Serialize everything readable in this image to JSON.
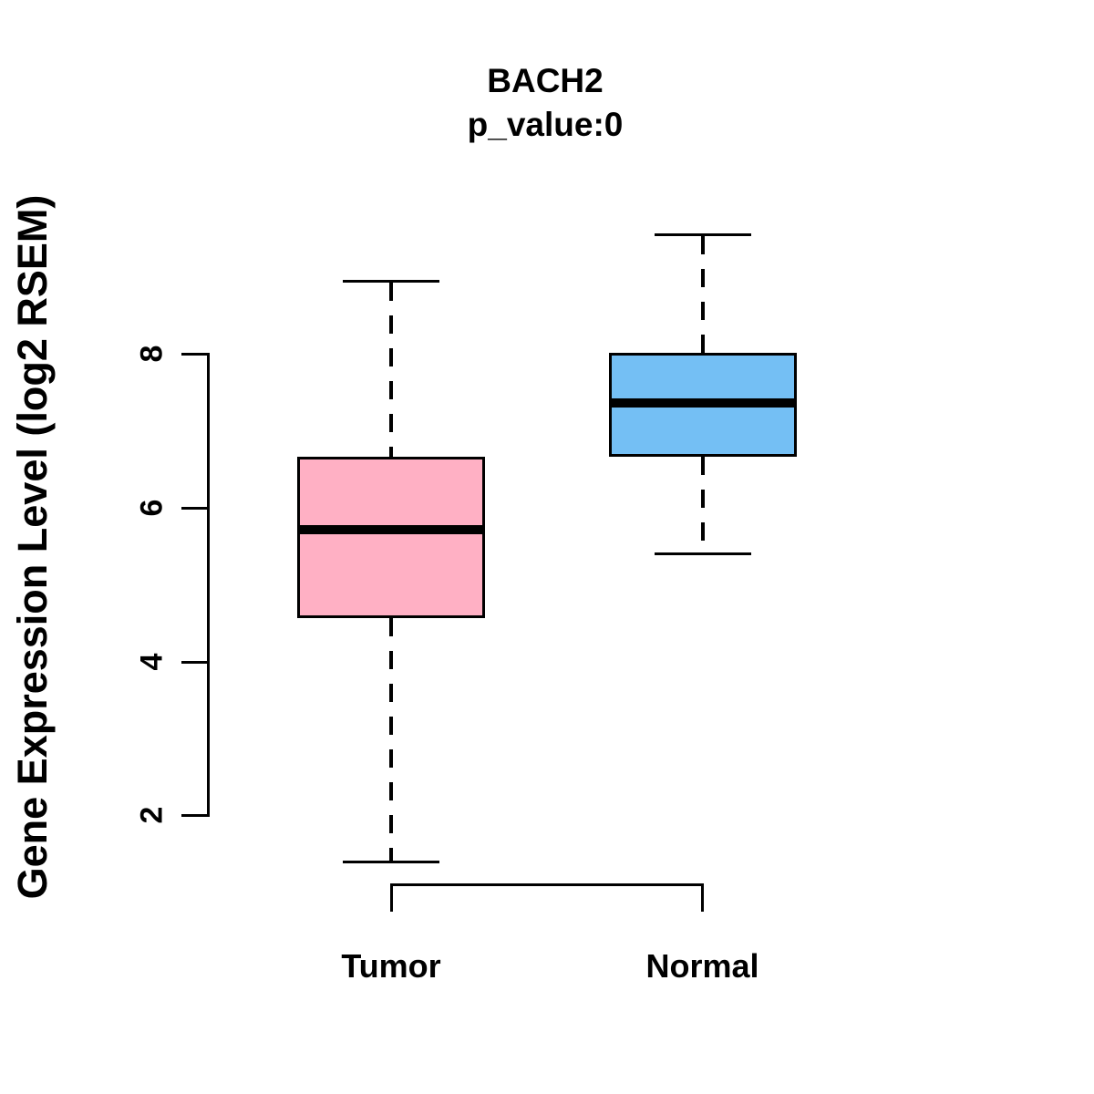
{
  "title": "BACH2",
  "subtitle": "p_value:0",
  "ylabel": "Gene Expression Level (log2 RSEM)",
  "chart_data": {
    "type": "boxplot",
    "title": "BACH2",
    "subtitle": "p_value:0",
    "xlabel": "",
    "ylabel": "Gene Expression Level (log2 RSEM)",
    "categories": [
      "Tumor",
      "Normal"
    ],
    "yticks": [
      2,
      4,
      6,
      8
    ],
    "ylim": [
      1.3,
      9.7
    ],
    "grid": false,
    "legend": "none",
    "groups": [
      {
        "label": "Tumor",
        "fill_color": "#FFB0C4",
        "whisker_low": 1.4,
        "q1": 4.55,
        "median": 5.7,
        "q3": 6.65,
        "whisker_high": 8.95
      },
      {
        "label": "Normal",
        "fill_color": "#74BFF4",
        "whisker_low": 5.4,
        "q1": 6.65,
        "median": 7.35,
        "q3": 8.0,
        "whisker_high": 9.55
      }
    ],
    "stroke_color": "#000000",
    "background_color": "#FFFFFF"
  }
}
